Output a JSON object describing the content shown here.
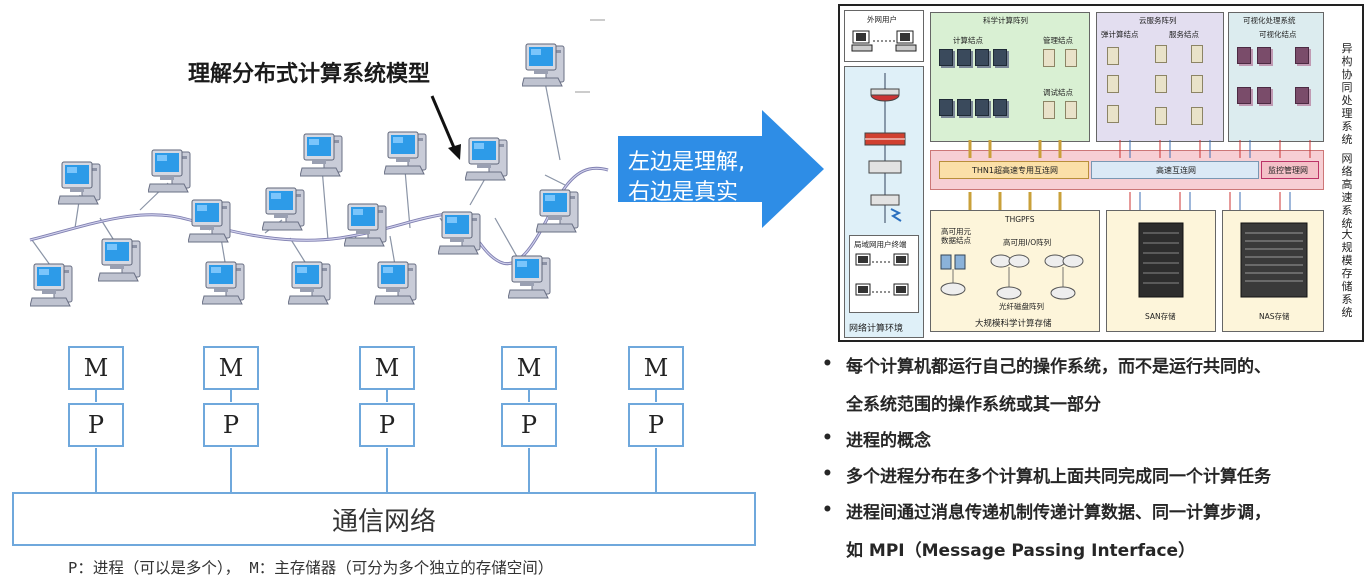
{
  "left_panel": {
    "title": "理解分布式计算系统模型",
    "nodes": [
      {
        "memory": "M",
        "process": "P"
      },
      {
        "memory": "M",
        "process": "P"
      },
      {
        "memory": "M",
        "process": "P"
      },
      {
        "memory": "M",
        "process": "P"
      },
      {
        "memory": "M",
        "process": "P"
      }
    ],
    "network_label": "通信网络",
    "caption": "P：进程（可以是多个）， M：主存储器（可分为多个独立的存储空间）"
  },
  "arrow": {
    "line1": "左边是理解,",
    "line2": "右边是真实",
    "color": "#2e8de6"
  },
  "system_diagram": {
    "external_users": "外网用户",
    "network_env": "网络计算环境",
    "lan_terminals": "局域网用户终端",
    "sci_array": "科学计算阵列",
    "compute_nodes": "计算结点",
    "mgmt_nodes": "管理结点",
    "debug_nodes": "调试结点",
    "cloud_array": "云服务阵列",
    "cloud_compute": "弹计算结点",
    "service_nodes": "服务结点",
    "vis_system": "可视化处理系统",
    "vis_nodes": "可视化结点",
    "hetero_system": "异构协同处理系统",
    "thn_net": "THN1超高速专用互连网",
    "hs_net": "高速互连网",
    "monitor_net": "监控管理网",
    "net_system": "网络高速系统",
    "thgpfs": "THGPFS",
    "ha_meta": "高可用元数据结点",
    "ha_io": "高可用I/O阵列",
    "fc_array": "光纤磁盘阵列",
    "sci_storage": "大规模科学计算存储",
    "san": "SAN存储",
    "nas": "NAS存储",
    "storage_system": "大规模存储系统"
  },
  "bullets": [
    {
      "lines": [
        "每个计算机都运行自己的操作系统，而不是运行共同的、",
        "全系统范围的操作系统或其一部分"
      ]
    },
    {
      "lines": [
        "进程的概念"
      ]
    },
    {
      "lines": [
        "多个进程分布在多个计算机上面共同完成同一个计算任务"
      ]
    },
    {
      "lines": [
        "进程间通过消息传递机制传递计算数据、同一计算步调，",
        "如 MPI（Message Passing Interface）"
      ]
    }
  ],
  "icons": [
    "computer-icon",
    "server-rack-icon",
    "router-icon",
    "firewall-icon",
    "switch-icon",
    "storage-icon"
  ]
}
